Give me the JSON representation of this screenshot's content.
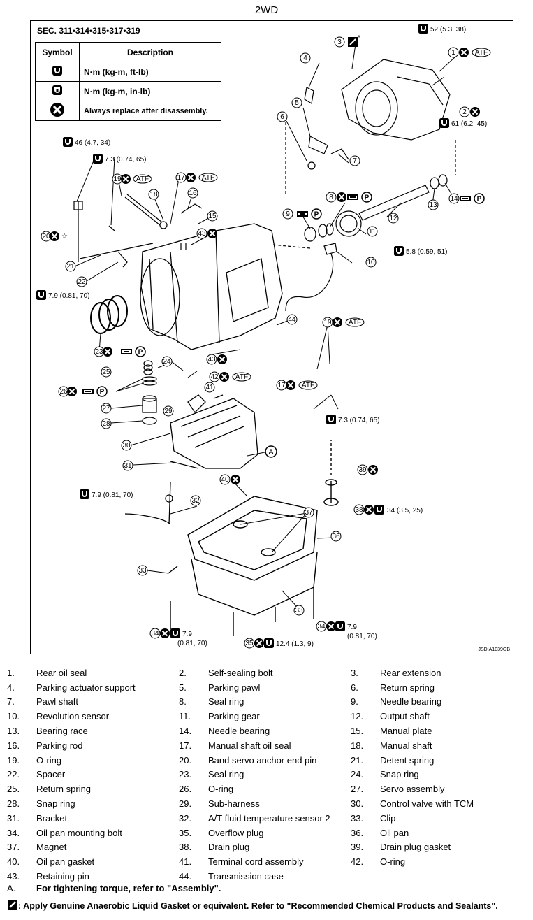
{
  "title": "2WD",
  "section": "SEC. 311•314•315•317•319",
  "symbol_table": {
    "col_symbol": "Symbol",
    "col_description": "Description",
    "rows": [
      {
        "icon": "torque-wrench-icon",
        "description": "N·m (kg-m, ft-lb)"
      },
      {
        "icon": "torque-wrench-inlb-icon",
        "description": "N·m (kg-m, in-lb)"
      },
      {
        "icon": "always-replace-icon",
        "description": "Always replace after disassembly."
      }
    ]
  },
  "torques": {
    "t52": "52  (5.3,  38)",
    "t61": "61 (6.2, 45)",
    "t46": "46 (4.7, 34)",
    "t73a": "7.3 (0.74, 65)",
    "t58": "5.8  (0.59,  51)",
    "t79a": "7.9  (0.81,  70)",
    "t73b": "7.3  (0.74,  65)",
    "t79b": "7.9  (0.81,  70)",
    "t34": "34 (3.5, 25)",
    "t79c_l1": "7.9",
    "t79c_l2": "(0.81, 70)",
    "t124": "12.4 (1.3, 9)",
    "t79d_l1": "7.9",
    "t79d_l2": "(0.81, 70)"
  },
  "badges": {
    "atf": "ATF",
    "p": "P",
    "a": "A",
    "star": "*"
  },
  "code": "JSDIA1039GB",
  "legend": [
    [
      "1.",
      "Rear oil seal"
    ],
    [
      "2.",
      "Self-sealing bolt"
    ],
    [
      "3.",
      "Rear extension"
    ],
    [
      "4.",
      "Parking actuator support"
    ],
    [
      "5.",
      "Parking pawl"
    ],
    [
      "6.",
      "Return spring"
    ],
    [
      "7.",
      "Pawl shaft"
    ],
    [
      "8.",
      "Seal ring"
    ],
    [
      "9.",
      "Needle bearing"
    ],
    [
      "10.",
      "Revolution sensor"
    ],
    [
      "11.",
      "Parking gear"
    ],
    [
      "12.",
      "Output shaft"
    ],
    [
      "13.",
      "Bearing race"
    ],
    [
      "14.",
      "Needle bearing"
    ],
    [
      "15.",
      "Manual plate"
    ],
    [
      "16.",
      "Parking rod"
    ],
    [
      "17.",
      "Manual shaft oil seal"
    ],
    [
      "18.",
      "Manual shaft"
    ],
    [
      "19.",
      "O-ring"
    ],
    [
      "20.",
      "Band servo anchor end pin"
    ],
    [
      "21.",
      "Detent spring"
    ],
    [
      "22.",
      "Spacer"
    ],
    [
      "23.",
      "Seal ring"
    ],
    [
      "24.",
      "Snap ring"
    ],
    [
      "25.",
      "Return spring"
    ],
    [
      "26.",
      "O-ring"
    ],
    [
      "27.",
      "Servo assembly"
    ],
    [
      "28.",
      "Snap ring"
    ],
    [
      "29.",
      "Sub-harness"
    ],
    [
      "30.",
      "Control valve with TCM"
    ],
    [
      "31.",
      "Bracket"
    ],
    [
      "32.",
      "A/T fluid temperature sensor 2"
    ],
    [
      "33.",
      "Clip"
    ],
    [
      "34.",
      "Oil pan mounting bolt"
    ],
    [
      "35.",
      "Overflow plug"
    ],
    [
      "36.",
      "Oil pan"
    ],
    [
      "37.",
      "Magnet"
    ],
    [
      "38.",
      "Drain plug"
    ],
    [
      "39.",
      "Drain plug gasket"
    ],
    [
      "40.",
      "Oil pan gasket"
    ],
    [
      "41.",
      "Terminal cord assembly"
    ],
    [
      "42.",
      "O-ring"
    ],
    [
      "43.",
      "Retaining pin"
    ],
    [
      "44.",
      "Transmission case"
    ]
  ],
  "note_a": {
    "label": "A.",
    "text": "For tightening torque, refer to \"Assembly\"."
  },
  "note_b": {
    "text": ": Apply Genuine Anaerobic Liquid Gasket or equivalent. Refer to \"Recommended Chemical Products and Sealants\"."
  }
}
